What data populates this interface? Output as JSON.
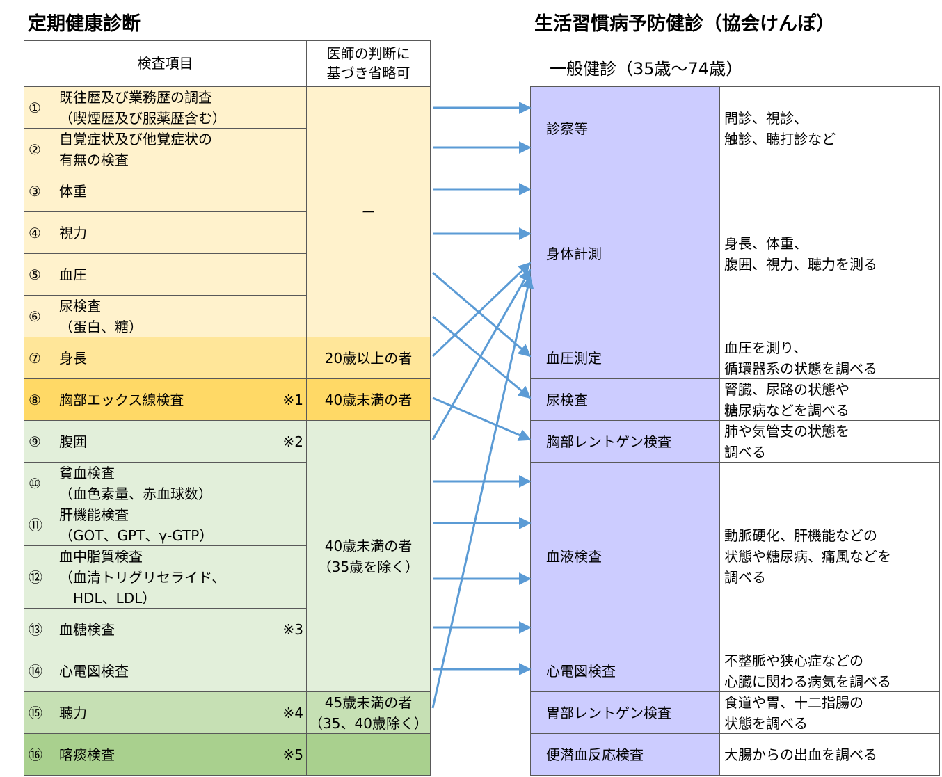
{
  "left": {
    "title": "定期健康診断",
    "header": {
      "items": "検査項目",
      "omit": "医師の判断に\n基づき省略可"
    },
    "items": [
      {
        "num": "①",
        "name": "既往歴及び業務歴の調査\n（喫煙歴及び服薬歴含む）",
        "note": ""
      },
      {
        "num": "②",
        "name": "自覚症状及び他覚症状の\n有無の検査",
        "note": ""
      },
      {
        "num": "③",
        "name": "体重",
        "note": ""
      },
      {
        "num": "④",
        "name": "視力",
        "note": ""
      },
      {
        "num": "⑤",
        "name": "血圧",
        "note": ""
      },
      {
        "num": "⑥",
        "name": "尿検査\n（蛋白、糖）",
        "note": ""
      },
      {
        "num": "⑦",
        "name": "身長",
        "note": ""
      },
      {
        "num": "⑧",
        "name": "胸部エックス線検査",
        "note": "※1"
      },
      {
        "num": "⑨",
        "name": "腹囲",
        "note": "※2"
      },
      {
        "num": "⑩",
        "name": "貧血検査\n（血色素量、赤血球数）",
        "note": ""
      },
      {
        "num": "⑪",
        "name": "肝機能検査\n（GOT、GPT、γ-GTP）",
        "note": ""
      },
      {
        "num": "⑫",
        "name": "血中脂質検査\n（血清トリグリセライド、\n　HDL、LDL）",
        "note": ""
      },
      {
        "num": "⑬",
        "name": "血糖検査",
        "note": "※3"
      },
      {
        "num": "⑭",
        "name": "心電図検査",
        "note": ""
      },
      {
        "num": "⑮",
        "name": "聴力",
        "note": "※4"
      },
      {
        "num": "⑯",
        "name": "喀痰検査",
        "note": "※5"
      }
    ],
    "omit": [
      "ー",
      "20歳以上の者",
      "40歳未満の者",
      "40歳未満の者\n（35歳を除く）",
      "45歳未満の者\n（35、40歳除く）",
      ""
    ]
  },
  "right": {
    "title": "生活習慣病予防健診（協会けんぽ）",
    "subtitle": "一般健診（35歳～74歳）",
    "rows": [
      {
        "name": "診察等",
        "desc": "問診、視診、\n触診、聴打診など"
      },
      {
        "name": "身体計測",
        "desc": "身長、体重、\n腹囲、視力、聴力を測る"
      },
      {
        "name": "血圧測定",
        "desc": "血圧を測り、\n循環器系の状態を調べる"
      },
      {
        "name": "尿検査",
        "desc": "腎臓、尿路の状態や\n糖尿病などを調べる"
      },
      {
        "name": "胸部レントゲン検査",
        "desc": "肺や気管支の状態を\n調べる"
      },
      {
        "name": "血液検査",
        "desc": "動脈硬化、肝機能などの\n状態や糖尿病、痛風などを\n調べる"
      },
      {
        "name": "心電図検査",
        "desc": "不整脈や狭心症などの\n心臓に関わる病気を調べる"
      },
      {
        "name": "胃部レントゲン検査",
        "desc": "食道や胃、十二指腸の\n状態を調べる"
      },
      {
        "name": "便潜血反応検査",
        "desc": "大腸からの出血を調べる"
      }
    ]
  },
  "colors": {
    "light_peach": "#fff2cc",
    "amber": "#ffe699",
    "orange": "#ffd966",
    "light_green": "#e2efda",
    "green": "#c6e0b4",
    "dark_green": "#a9d08e",
    "lavender": "#ccccff",
    "arrow": "#5b9bd5",
    "border": "#595959"
  }
}
